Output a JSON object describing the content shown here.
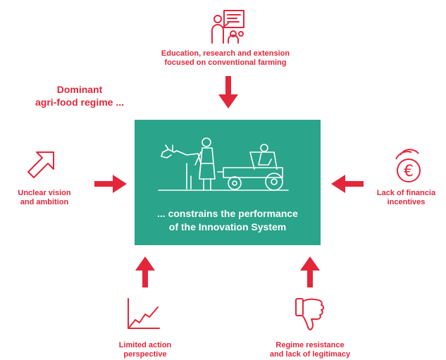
{
  "regime_title": "Dominant\nagri-food regime ...",
  "center_text": "... constrains the performance\nof the Innovation System",
  "colors": {
    "red": "#e3263a",
    "teal": "#2aa48a",
    "white": "#ffffff"
  },
  "factors": {
    "top": {
      "label": "Education, research and extension\nfocused on conventional farming",
      "icon": "teacher-board-icon"
    },
    "left": {
      "label": "Unclear vision\nand ambition",
      "icon": "arrow-up-right-icon"
    },
    "right": {
      "label": "Lack of financia\nincentives",
      "icon": "euro-coins-icon"
    },
    "bottom_left": {
      "label": "Limited action\nperspective",
      "icon": "line-chart-icon"
    },
    "bottom_right": {
      "label": "Regime resistance\nand lack of legitimacy",
      "icon": "thumbs-down-icon"
    }
  }
}
